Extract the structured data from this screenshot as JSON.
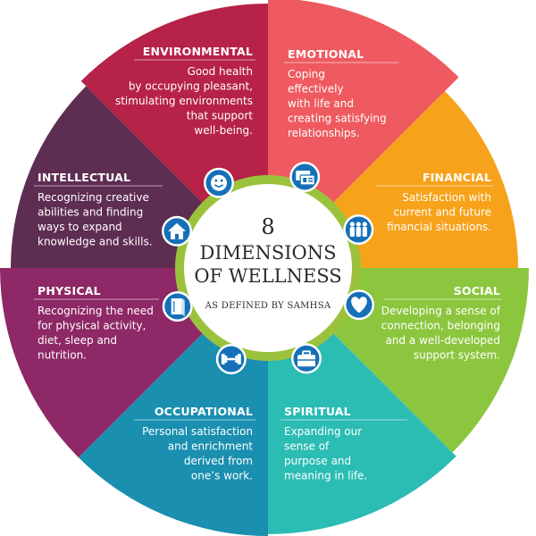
{
  "center": {
    "number": "8",
    "line1": "DIMENSIONS",
    "line2": "OF WELLNESS",
    "subtitle": "AS DEFINED BY SAMHSA"
  },
  "dimensions": [
    {
      "id": "emotional",
      "title": "EMOTIONAL",
      "description": [
        "Coping",
        "effectively",
        "with life and",
        "creating satisfying",
        "relationships."
      ],
      "color": "#ee5a5f",
      "icon": "smiley-icon"
    },
    {
      "id": "financial",
      "title": "FINANCIAL",
      "description": [
        "Satisfaction with",
        "current and future",
        "financial situations."
      ],
      "color": "#f7a21b",
      "icon": "money-icon"
    },
    {
      "id": "social",
      "title": "SOCIAL",
      "description": [
        "Developing a sense of",
        "connection, belonging",
        "and a well-developed",
        "support system."
      ],
      "color": "#8cc63e",
      "icon": "people-icon"
    },
    {
      "id": "spiritual",
      "title": "SPIRITUAL",
      "description": [
        "Expanding our",
        "sense of",
        "purpose and",
        "meaning in life."
      ],
      "color": "#2bbcb3",
      "icon": "heart-icon"
    },
    {
      "id": "occupational",
      "title": "OCCUPATIONAL",
      "description": [
        "Personal satisfaction",
        "and enrichment",
        "derived from",
        "one’s work."
      ],
      "color": "#1a8fb0",
      "icon": "briefcase-icon"
    },
    {
      "id": "physical",
      "title": "PHYSICAL",
      "description": [
        "Recognizing the need",
        "for physical activity,",
        "diet, sleep and",
        "nutrition."
      ],
      "color": "#8e2866",
      "icon": "dumbbell-icon"
    },
    {
      "id": "intellectual",
      "title": "INTELLECTUAL",
      "description": [
        "Recognizing creative",
        "abilities and finding",
        "ways to expand",
        "knowledge and skills."
      ],
      "color": "#5e2d52",
      "icon": "book-icon"
    },
    {
      "id": "environmental",
      "title": "ENVIRONMENTAL",
      "description": [
        "Good health",
        "by occupying pleasant,",
        "stimulating environments",
        "that support",
        "well-being."
      ],
      "color": "#b62248",
      "icon": "house-icon"
    }
  ]
}
